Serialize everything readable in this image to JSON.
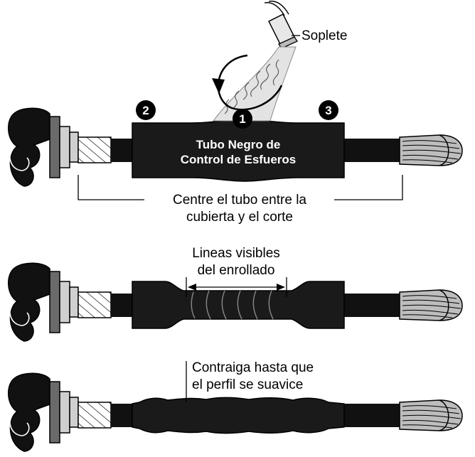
{
  "labels": {
    "torch": "Soplete",
    "tube_line1": "Tubo Negro de",
    "tube_line2": "Control de Esfueros",
    "center_line1": "Centre el tubo entre la",
    "center_line2": "cubierta y el corte",
    "wrap_line1": "Lineas visibles",
    "wrap_line2": "del enrollado",
    "shrink_line1": "Contraiga hasta que",
    "shrink_line2": "el perfil se suavice"
  },
  "markers": [
    "1",
    "2",
    "3"
  ],
  "colors": {
    "tube": "#1a1a1a",
    "insulation": "#2a2a2a",
    "shield": "#cfcfcf",
    "conductor": "#b9b9b9",
    "flame": "#d8d8d8"
  }
}
